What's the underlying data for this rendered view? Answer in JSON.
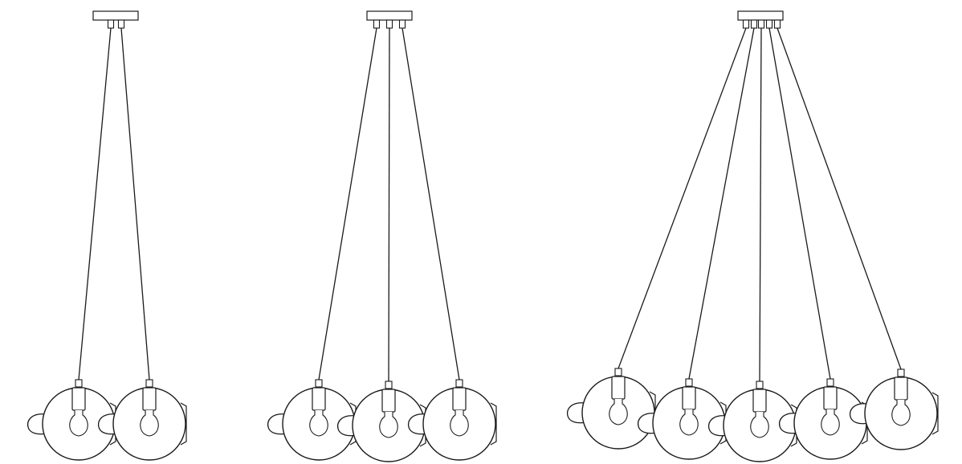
{
  "colors": {
    "background": "#ffffff",
    "stroke": "#1a1a1a",
    "fill": "#ffffff"
  },
  "fixtures": [
    {
      "name": "two-light-pendant",
      "light_count": 2
    },
    {
      "name": "three-light-pendant",
      "light_count": 3
    },
    {
      "name": "five-light-pendant",
      "light_count": 5
    }
  ]
}
